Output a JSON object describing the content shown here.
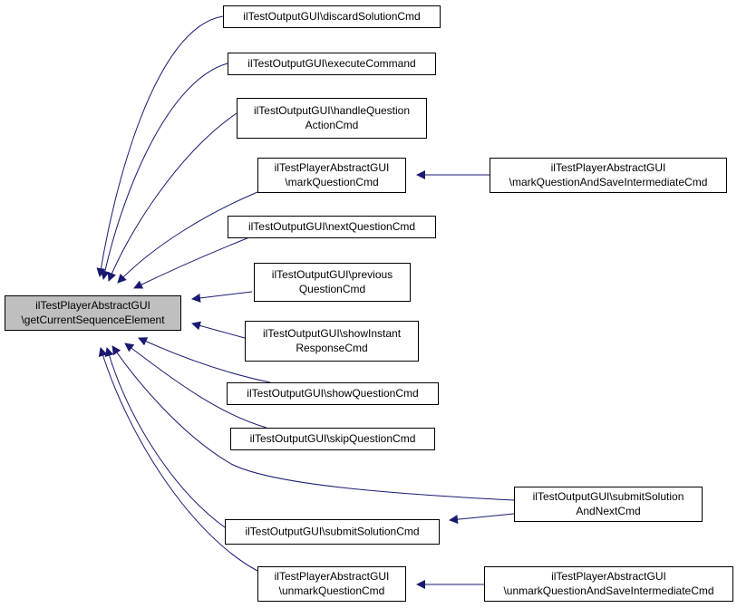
{
  "graph": {
    "colors": {
      "edge": "#191970",
      "root_fill": "#bfbfbf",
      "node_fill": "#ffffff",
      "border": "#000000"
    },
    "root": {
      "id": "root",
      "lines": [
        "ilTestPlayerAbstractGUI",
        "\\getCurrentSequenceElement"
      ]
    },
    "nodes": [
      {
        "id": "discard",
        "lines": [
          "ilTestOutputGUI\\discardSolutionCmd"
        ]
      },
      {
        "id": "execute",
        "lines": [
          "ilTestOutputGUI\\executeCommand"
        ]
      },
      {
        "id": "handleQA",
        "lines": [
          "ilTestOutputGUI\\handleQuestion",
          "ActionCmd"
        ]
      },
      {
        "id": "markQ",
        "lines": [
          "ilTestPlayerAbstractGUI",
          "\\markQuestionCmd"
        ]
      },
      {
        "id": "markSave",
        "lines": [
          "ilTestPlayerAbstractGUI",
          "\\markQuestionAndSaveIntermediateCmd"
        ]
      },
      {
        "id": "nextQ",
        "lines": [
          "ilTestOutputGUI\\nextQuestionCmd"
        ]
      },
      {
        "id": "prevQ",
        "lines": [
          "ilTestOutputGUI\\previous",
          "QuestionCmd"
        ]
      },
      {
        "id": "showInstant",
        "lines": [
          "ilTestOutputGUI\\showInstant",
          "ResponseCmd"
        ]
      },
      {
        "id": "showQ",
        "lines": [
          "ilTestOutputGUI\\showQuestionCmd"
        ]
      },
      {
        "id": "skipQ",
        "lines": [
          "ilTestOutputGUI\\skipQuestionCmd"
        ]
      },
      {
        "id": "submitNext",
        "lines": [
          "ilTestOutputGUI\\submitSolution",
          "AndNextCmd"
        ]
      },
      {
        "id": "submitSol",
        "lines": [
          "ilTestOutputGUI\\submitSolutionCmd"
        ]
      },
      {
        "id": "unmarkQ",
        "lines": [
          "ilTestPlayerAbstractGUI",
          "\\unmarkQuestionCmd"
        ]
      },
      {
        "id": "unmarkSave",
        "lines": [
          "ilTestPlayerAbstractGUI",
          "\\unmarkQuestionAndSaveIntermediateCmd"
        ]
      }
    ],
    "edges": [
      {
        "from": "discard",
        "to": "root"
      },
      {
        "from": "execute",
        "to": "root"
      },
      {
        "from": "handleQA",
        "to": "root"
      },
      {
        "from": "markQ",
        "to": "root"
      },
      {
        "from": "nextQ",
        "to": "root"
      },
      {
        "from": "prevQ",
        "to": "root"
      },
      {
        "from": "showInstant",
        "to": "root"
      },
      {
        "from": "showQ",
        "to": "root"
      },
      {
        "from": "skipQ",
        "to": "root"
      },
      {
        "from": "submitNext",
        "to": "root"
      },
      {
        "from": "submitSol",
        "to": "root"
      },
      {
        "from": "unmarkQ",
        "to": "root"
      },
      {
        "from": "markSave",
        "to": "markQ"
      },
      {
        "from": "submitNext",
        "to": "submitSol"
      },
      {
        "from": "unmarkSave",
        "to": "unmarkQ"
      }
    ]
  }
}
